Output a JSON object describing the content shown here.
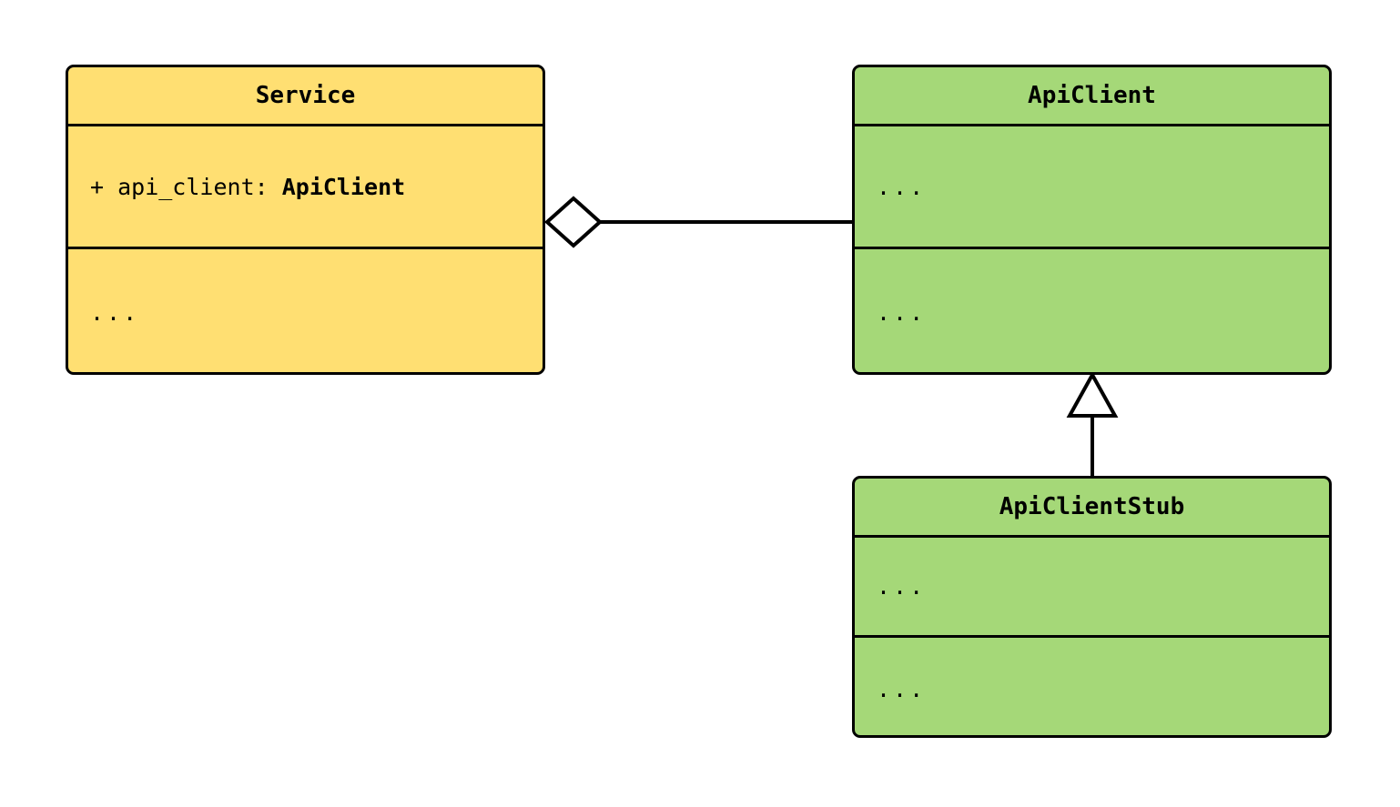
{
  "diagram": {
    "type": "uml-class-diagram",
    "title": "Service / ApiClient class diagram",
    "background": "#ffffff",
    "colors": {
      "service_fill": "#ffdf72",
      "client_fill": "#a5d878",
      "stroke": "#000000"
    },
    "classes": [
      {
        "id": "service",
        "name": "Service",
        "fill": "#ffdf72",
        "attributes": [
          {
            "visibility": "+",
            "name": "api_client",
            "separator": ":",
            "type": "ApiClient",
            "text": "+ api_client: ApiClient"
          }
        ],
        "methods": [
          {
            "text": "..."
          }
        ]
      },
      {
        "id": "apiclient",
        "name": "ApiClient",
        "fill": "#a5d878",
        "attributes": [
          {
            "text": "..."
          }
        ],
        "methods": [
          {
            "text": "..."
          }
        ]
      },
      {
        "id": "apiclientstub",
        "name": "ApiClientStub",
        "fill": "#a5d878",
        "attributes": [
          {
            "text": "..."
          }
        ],
        "methods": [
          {
            "text": "..."
          }
        ]
      }
    ],
    "relationships": [
      {
        "id": "service-aggregates-apiclient",
        "kind": "aggregation",
        "marker": "hollow-diamond",
        "from": "service",
        "to": "apiclient",
        "label": ""
      },
      {
        "id": "apiclientstub-inherits-apiclient",
        "kind": "generalization",
        "marker": "hollow-triangle",
        "from": "apiclientstub",
        "to": "apiclient",
        "label": ""
      }
    ]
  }
}
